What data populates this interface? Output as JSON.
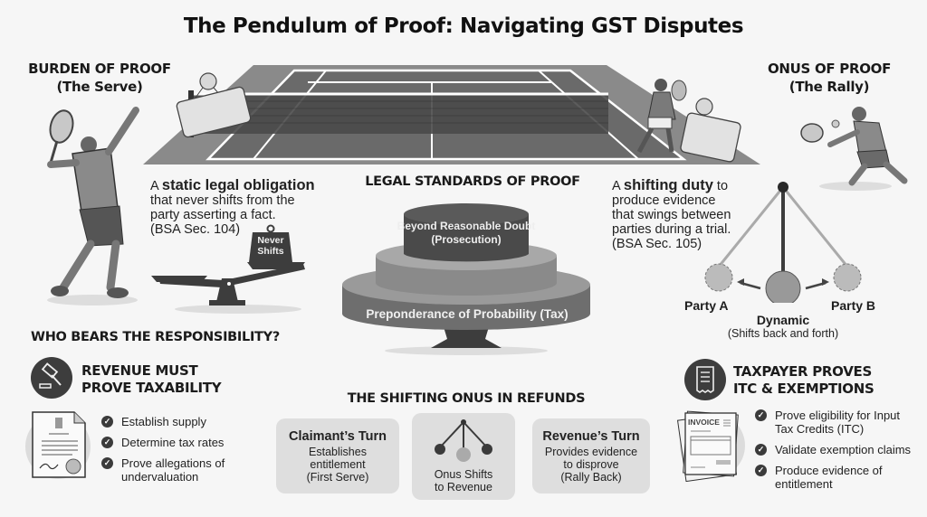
{
  "title": "The Pendulum of Proof: Navigating GST Disputes",
  "burden": {
    "heading_line1": "BURDEN OF PROOF",
    "heading_line2": "(The Serve)",
    "desc_prefix": "A ",
    "desc_bold": "static legal obligation",
    "desc_line2": "that never shifts from the",
    "desc_line3": "party asserting a fact.",
    "desc_ref": "(BSA Sec. 104)",
    "weight_label_1": "Never",
    "weight_label_2": "Shifts"
  },
  "onus": {
    "heading_line1": "ONUS OF PROOF",
    "heading_line2": "(The Rally)",
    "desc_prefix": "A ",
    "desc_bold": "shifting duty",
    "desc_suffix": " to",
    "desc_line2": "produce evidence",
    "desc_line3": "that swings between",
    "desc_line4": "parties during a trial.",
    "desc_ref": "(BSA Sec. 105)",
    "party_a": "Party A",
    "party_b": "Party B",
    "dynamic": "Dynamic",
    "dynamic_sub": "(Shifts back and forth)"
  },
  "standards": {
    "heading": "LEGAL STANDARDS OF PROOF",
    "top_tier_line1": "Beyond Reasonable Doubt",
    "top_tier_line2": "(Prosecution)",
    "bottom_tier": "Preponderance of Probability (Tax)"
  },
  "responsibility": {
    "heading": "WHO BEARS THE RESPONSIBILITY?",
    "revenue": {
      "title_line1": "REVENUE MUST",
      "title_line2": "PROVE TAXABILITY",
      "items": [
        "Establish supply",
        "Determine tax rates",
        "Prove allegations of undervaluation"
      ]
    },
    "taxpayer": {
      "title_line1": "TAXPAYER PROVES",
      "title_line2": "ITC & EXEMPTIONS",
      "invoice_label": "INVOICE",
      "items": [
        "Prove eligibility for Input Tax Credits (ITC)",
        "Validate exemption claims",
        "Produce evidence of entitlement"
      ]
    }
  },
  "refunds": {
    "heading": "THE SHIFTING ONUS IN REFUNDS",
    "cards": [
      {
        "title": "Claimant’s Turn",
        "line1": "Establishes",
        "line2": "entitlement",
        "line3": "(First Serve)"
      },
      {
        "title": "",
        "line1": "Onus Shifts",
        "line2": "to Revenue",
        "line3": ""
      },
      {
        "title": "Revenue’s Turn",
        "line1": "Provides evidence",
        "line2": "to disprove",
        "line3": "(Rally Back)"
      }
    ]
  },
  "colors": {
    "court": "#6e6e6e",
    "court_outer": "#8a8a8a",
    "dark": "#3d3d3d",
    "card": "#dedede"
  }
}
